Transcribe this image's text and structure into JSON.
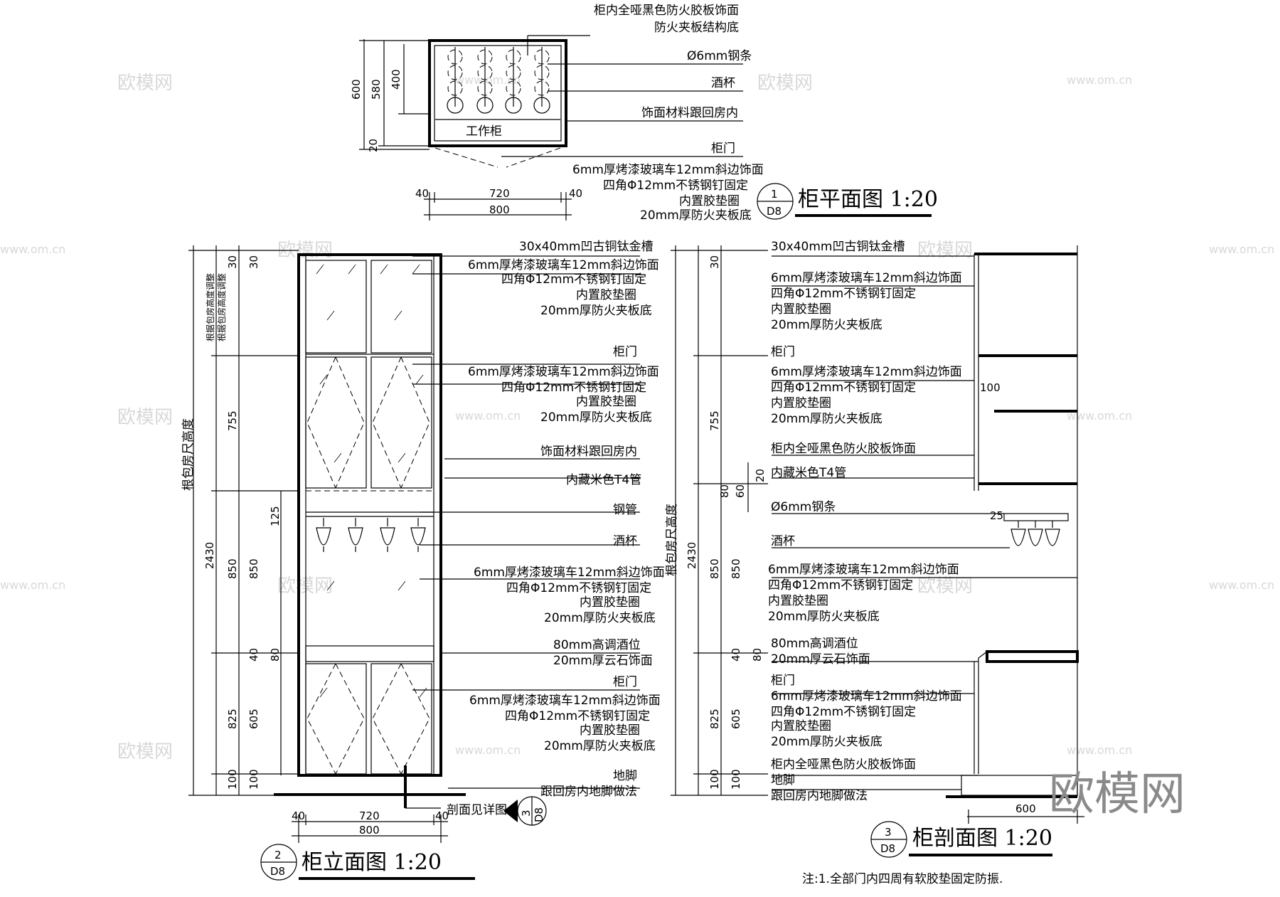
{
  "plan": {
    "labels": [
      "柜内全哑黑色防火胶板饰面",
      "防火夹板结构底",
      "Ø6mm钢条",
      "酒杯",
      "饰面材料跟回房内",
      "柜门",
      "6mm厚烤漆玻璃车12mm斜边饰面",
      "四角Φ12mm不锈钢钉固定",
      "内置胶垫圈",
      "20mm厚防火夹板底"
    ],
    "inner_label": "工作柜",
    "dims_left": [
      "600",
      "580",
      "400",
      "20"
    ],
    "dims_bottom": [
      "40",
      "720",
      "40",
      "800"
    ],
    "title": "柜平面图 1:20",
    "tag_num": "1",
    "tag_sheet": "D8"
  },
  "elevation": {
    "labels": [
      "30x40mm凹古铜钛金槽",
      "6mm厚烤漆玻璃车12mm斜边饰面",
      "四角Φ12mm不锈钢钉固定",
      "内置胶垫圈",
      "20mm厚防火夹板底",
      "柜门",
      "6mm厚烤漆玻璃车12mm斜边饰面",
      "四角Φ12mm不锈钢钉固定",
      "内置胶垫圈",
      "20mm厚防火夹板底",
      "饰面材料跟回房内",
      "内藏米色T4管",
      "钢管",
      "酒杯",
      "6mm厚烤漆玻璃车12mm斜边饰面",
      "四角Φ12mm不锈钢钉固定",
      "内置胶垫圈",
      "20mm厚防火夹板底",
      "80mm高调酒位",
      "20mm厚云石饰面",
      "柜门",
      "6mm厚烤漆玻璃车12mm斜边饰面",
      "四角Φ12mm不锈钢钉固定",
      "内置胶垫圈",
      "20mm厚防火夹板底",
      "地脚",
      "跟回房内地脚做法"
    ],
    "vertical_notes": [
      "根包房尺高度",
      "根据包房高度调整",
      "根据包房高度调整"
    ],
    "dims_outer": [
      "2430"
    ],
    "dims_mid": [
      "30",
      "755",
      "850",
      "825",
      "100"
    ],
    "dims_inner": [
      "30",
      "125",
      "850",
      "40",
      "80",
      "605",
      "100"
    ],
    "dims_bottom": [
      "40",
      "720",
      "40",
      "800"
    ],
    "section_ref": "剖面见详图",
    "title": "柜立面图 1:20",
    "tag_num": "2",
    "tag_sheet": "D8",
    "ref_num": "3",
    "ref_sheet": "D8"
  },
  "section": {
    "labels": [
      "30x40mm凹古铜钛金槽",
      "6mm厚烤漆玻璃车12mm斜边饰面",
      "四角Φ12mm不锈钢钉固定",
      "内置胶垫圈",
      "20mm厚防火夹板底",
      "柜门",
      "6mm厚烤漆玻璃车12mm斜边饰面",
      "四角Φ12mm不锈钢钉固定",
      "内置胶垫圈",
      "20mm厚防火夹板底",
      "柜内全哑黑色防火胶板饰面",
      "内藏米色T4管",
      "Ø6mm钢条",
      "酒杯",
      "6mm厚烤漆玻璃车12mm斜边饰面",
      "四角Φ12mm不锈钢钉固定",
      "内置胶垫圈",
      "20mm厚防火夹板底",
      "80mm高调酒位",
      "20mm厚云石饰面",
      "柜门",
      "6mm厚烤漆玻璃车12mm斜边饰面",
      "四角Φ12mm不锈钢钉固定",
      "内置胶垫圈",
      "20mm厚防火夹板底",
      "柜内全哑黑色防火胶板饰面",
      "地脚",
      "跟回房内地脚做法"
    ],
    "vertical_note": "根包房尺高度",
    "dims_outer": [
      "2430"
    ],
    "dims_mid": [
      "30",
      "755",
      "850",
      "825",
      "100"
    ],
    "dims_inner": [
      "20",
      "60",
      "80",
      "850",
      "40",
      "80",
      "605",
      "100"
    ],
    "dim_100": "100",
    "dim_25": "25",
    "dim_bottom": "600",
    "title": "柜剖面图 1:20",
    "tag_num": "3",
    "tag_sheet": "D8"
  },
  "note": "注:1.全部门内四周有软胶垫固定防振.",
  "watermarks": [
    "欧模网",
    "www.om.cn"
  ],
  "big_watermark": "欧模网"
}
